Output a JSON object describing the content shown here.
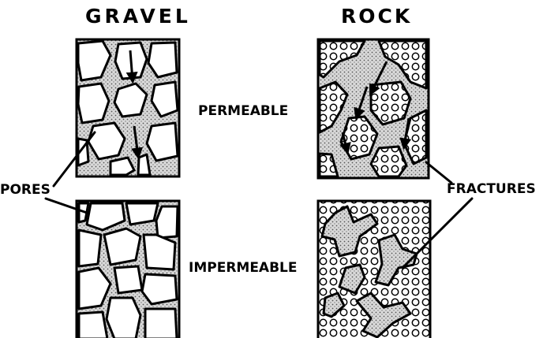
{
  "labels": {
    "gravel": "GRAVEL",
    "rock": "ROCK",
    "permeable": "PERMEABLE",
    "impermeable": "IMPERMEABLE",
    "pores": "PORES",
    "fractures": "FRACTURES"
  },
  "colors": {
    "ink": "#000000",
    "paper": "#ffffff",
    "stipple": "#b8b8b8"
  }
}
